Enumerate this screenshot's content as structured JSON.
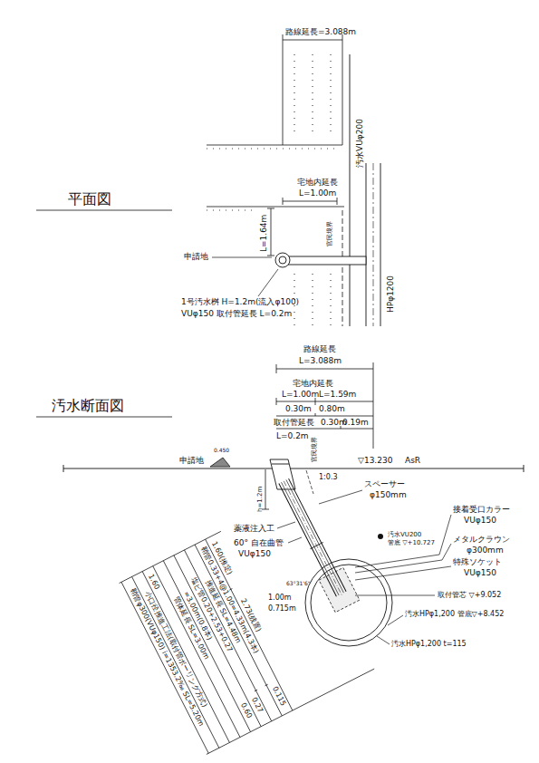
{
  "diagram": {
    "labels": [
      "路線延長=3.088m",
      "汚水VUφ200",
      "宅地内延長",
      "L=1.00m",
      "平面図",
      "L=1.64m",
      "官民境界",
      "申請地",
      "HPφ1200",
      "1号汚水桝 H=1.2m(流入φ100)",
      "VUφ150 取付管延長 L=0.2m",
      "汚水断面図",
      "路線延長",
      "L=3.088m",
      "宅地内延長",
      "L=1.00m",
      "L=1.59m",
      "0.30m",
      "0.80m",
      "取付管延長",
      "0.30m",
      "0.19m",
      "L=0.2m",
      "申請地",
      "0.450",
      "h=1.2m",
      "官民境界",
      "1:0.3",
      "▽13.230",
      "AsR",
      "スペーサー",
      "φ150mm",
      "薬液注入工",
      "60° 自在曲管",
      "VUφ150",
      "接着受口カラー",
      "VUφ150",
      "汚水VU200",
      "管底 ▽+10.727",
      "メタルクラウン",
      "φ300mm",
      "特殊ソケット",
      "VUφ150",
      "63°31'6\"",
      "取付管芯 ▽+9.052",
      "汚水HPφ1,200 管底▽+8.452",
      "汚水HPφ1,200 t=115",
      "1.00m",
      "0.715m",
      "1.60(推定)",
      "2.73(残置)",
      "鞘管0.33+4@1.00=4.33m(4.3本)",
      "0.115",
      "推進延長 SL=4.48m",
      "塩ビ管0.20+2.53+0.27",
      "0.27",
      "=3.00m(0.8本)",
      "0.60",
      "管体延長 SL=3.00m",
      "1.60",
      "小口径推進工法(取付管ボーリング方式)",
      "鞘管φ300(VUφ150) i=1353.2‰ SL=5.20m"
    ]
  }
}
